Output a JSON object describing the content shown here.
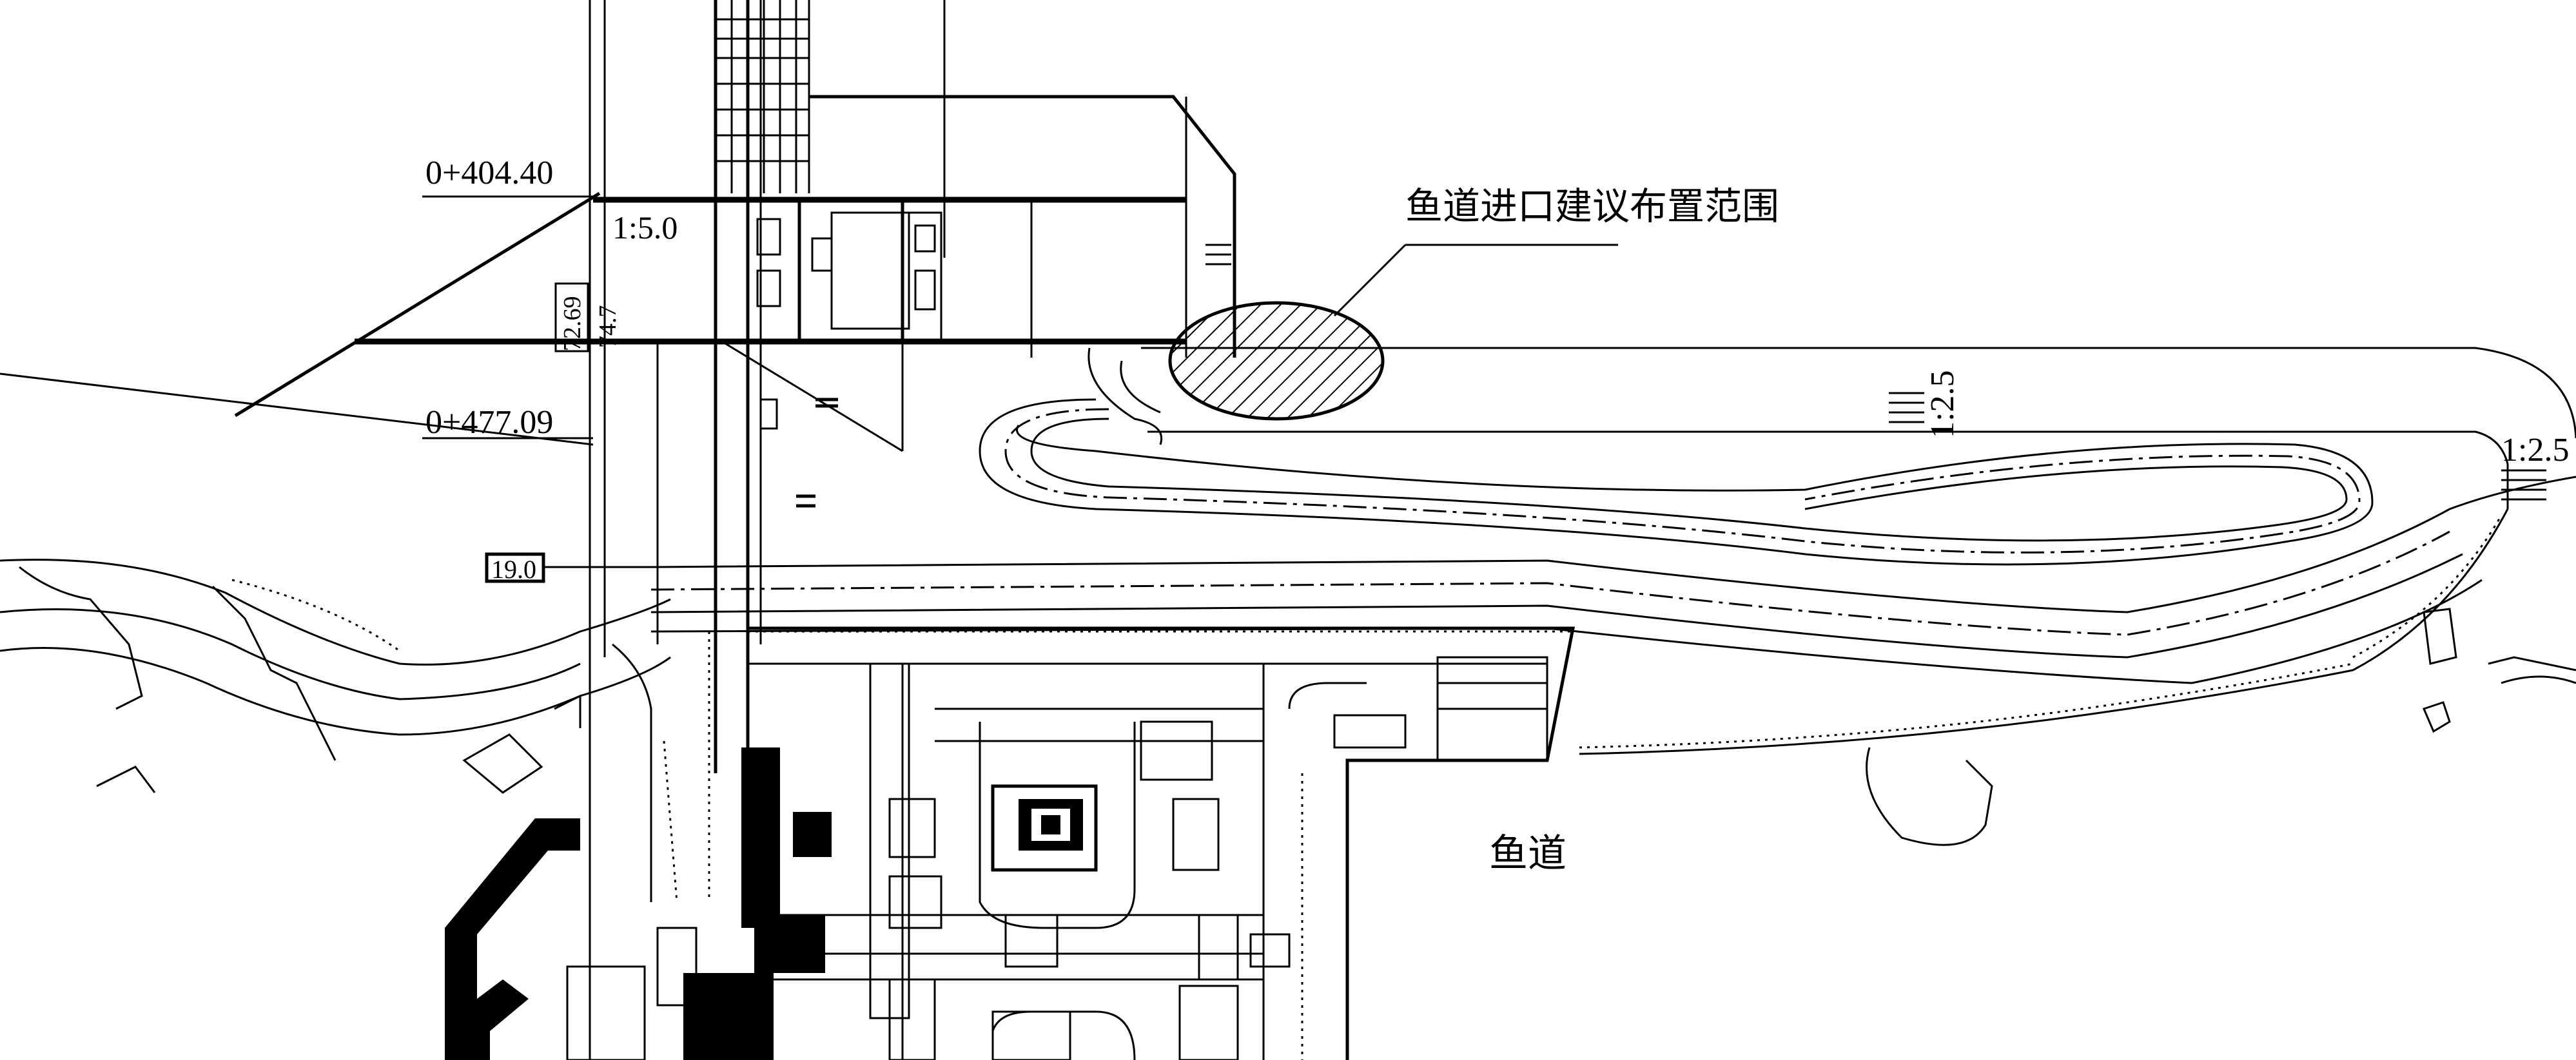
{
  "labels": {
    "chainage_1": "0+404.40",
    "chainage_2": "0+477.09",
    "slope_1_5": "1:5.0",
    "slope_2_5_mid": "1:2.5",
    "slope_2_5_end": "1:2.5",
    "elev_19": "19.0",
    "elev_vertical_1": "72.69",
    "elev_vertical_2": "74.7",
    "fishway_entrance_note": "鱼道进口建议布置范围",
    "fishway_label": "鱼道"
  }
}
